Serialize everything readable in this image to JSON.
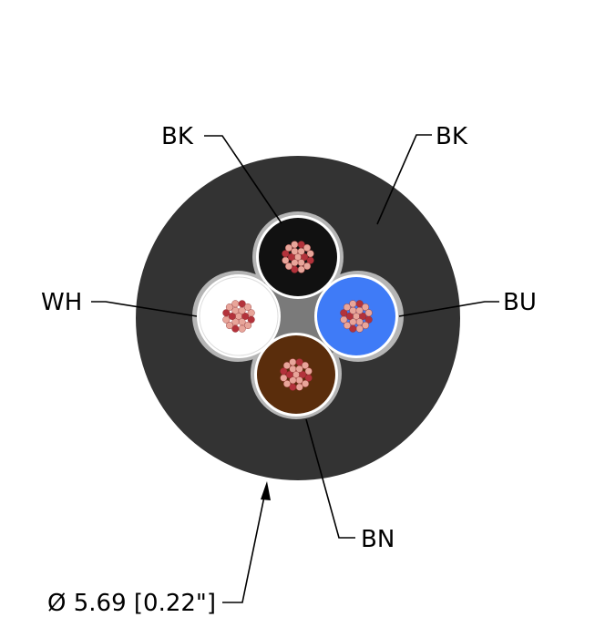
{
  "labels": {
    "jacket": "BK",
    "core_black": "BK",
    "core_white": "WH",
    "core_blue": "BU",
    "core_brown": "BN",
    "diameter": "Ø 5.69 [0.22\"]"
  },
  "colors": {
    "jacket": "#333333",
    "filler": "#7a7a7a",
    "separator": "#b5b5b5",
    "core_black": "#111111",
    "core_white": "#ffffff",
    "core_blue": "#3f7bf7",
    "core_brown": "#5a2d0c",
    "strand_light": "#e8a59a",
    "strand_dark": "#b3323b"
  }
}
